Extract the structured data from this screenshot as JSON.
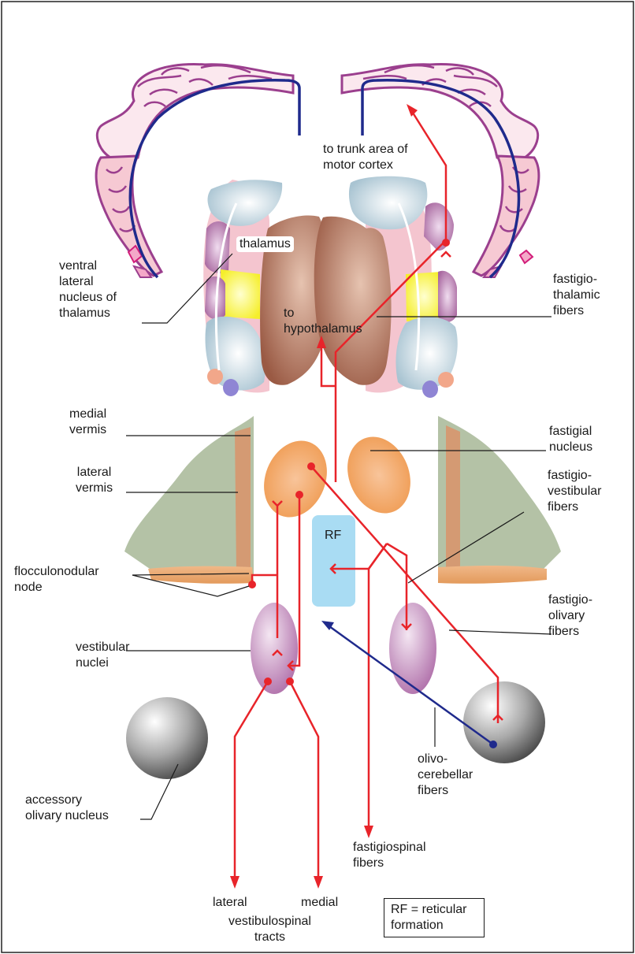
{
  "labels": {
    "to_trunk_area": "to trunk area of\nmotor cortex",
    "thalamus": "thalamus",
    "ventral_lateral_nucleus": "ventral\nlateral\nnucleus of\nthalamus",
    "to_hypothalamus": "to\nhypothalamus",
    "fastigio_thalamic": "fastigio-\nthalamic\nfibers",
    "medial_vermis": "medial\nvermis",
    "lateral_vermis": "lateral\nvermis",
    "fastigial_nucleus": "fastigial\nnucleus",
    "fastigio_vestibular": "fastigio-\nvestibular\nfibers",
    "rf": "RF",
    "flocculonodular_node": "flocculonodular\nnode",
    "fastigio_olivary": "fastigio-\nolivary\nfibers",
    "vestibular_nuclei": "vestibular\nnuclei",
    "olivo_cerebellar": "olivo-\ncerebellar\nfibers",
    "accessory_olivary": "accessory\nolivary nucleus",
    "fastigiospinal": "fastigiospinal\nfibers",
    "lateral": "lateral",
    "medial": "medial",
    "vestibulospinal": "vestibulospinal\ntracts"
  },
  "legend": {
    "text": "RF =  reticular\nformation"
  },
  "colors": {
    "efferent_pathway": "#e8242a",
    "afferent_pathway": "#1f2a8c",
    "cortex_outline": "#9b3f8e",
    "cortex_fill": "#f6c9d3",
    "motor_strip": "#1f2a8c",
    "cerebellum": "#b4c2a6",
    "fastigial": "#f2a25e",
    "vestibular": "#c98bc4",
    "olive": "#9a9a9a",
    "rf_fill": "#a9dcf3"
  }
}
